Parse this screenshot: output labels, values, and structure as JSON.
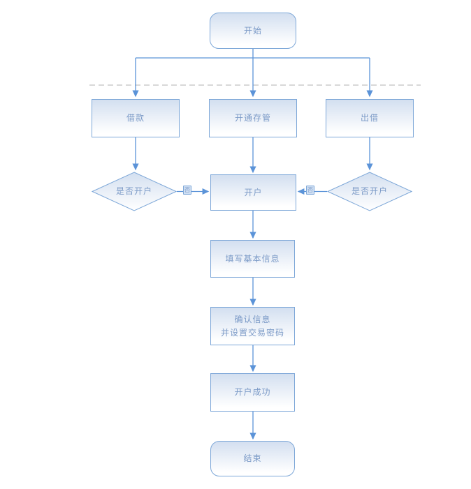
{
  "diagram": {
    "nodes": {
      "start": {
        "label": "开始",
        "type": "terminator"
      },
      "borrow": {
        "label": "借款",
        "type": "process"
      },
      "open_custody": {
        "label": "开通存管",
        "type": "process"
      },
      "lend": {
        "label": "出借",
        "type": "process"
      },
      "decision_left": {
        "label": "是否开户",
        "type": "decision"
      },
      "open_account": {
        "label": "开户",
        "type": "process"
      },
      "decision_right": {
        "label": "是否开户",
        "type": "decision"
      },
      "fill_basic_info": {
        "label": "填写基本信息",
        "type": "process"
      },
      "confirm_info": {
        "label": "确认信息\n并设置交易密码",
        "type": "process"
      },
      "open_success": {
        "label": "开户成功",
        "type": "process"
      },
      "end": {
        "label": "结束",
        "type": "terminator"
      }
    },
    "edge_labels": {
      "left_no": "否",
      "right_no": "否"
    },
    "colors": {
      "node_border": "#7da7d8",
      "node_fill_top": "#d3dff0",
      "connector_color": "#5b93d8",
      "text_color": "#7b9ac7",
      "dashed_line_color": "#cbcbcb"
    }
  }
}
